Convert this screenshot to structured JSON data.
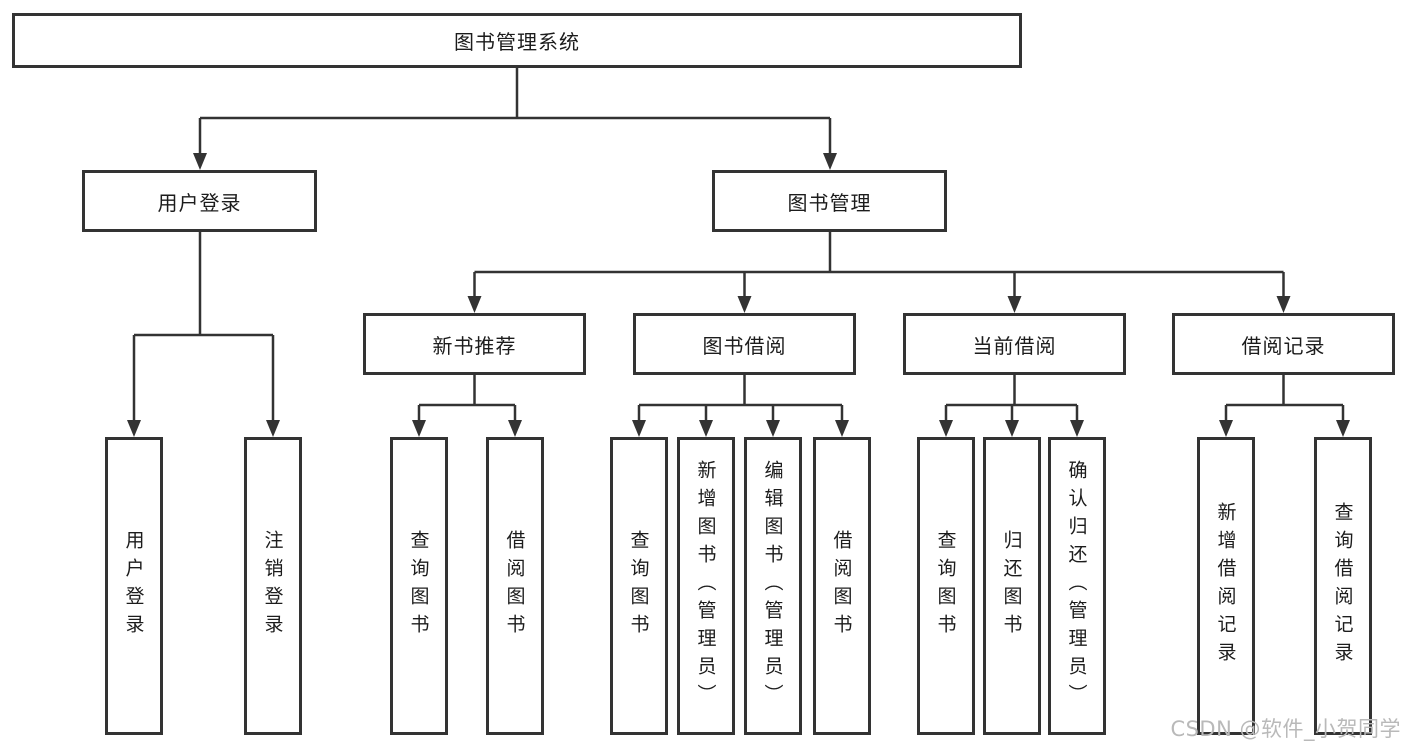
{
  "diagram": {
    "root_label": "图书管理系统",
    "level2": {
      "login": "用户登录",
      "manage": "图书管理"
    },
    "level3": {
      "recommend": "新书推荐",
      "borrow": "图书借阅",
      "current": "当前借阅",
      "records": "借阅记录"
    },
    "leaves": {
      "login": [
        "用户登录",
        "注销登录"
      ],
      "recommend": [
        "查询图书",
        "借阅图书"
      ],
      "borrow": [
        "查询图书",
        "新增图书（管理员）",
        "编辑图书（管理员）",
        "借阅图书"
      ],
      "current": [
        "查询图书",
        "归还图书",
        "确认归还（管理员）"
      ],
      "records": [
        "新增借阅记录",
        "查询借阅记录"
      ]
    }
  },
  "watermark": "CSDN @软件_小贺同学",
  "colors": {
    "line": "#333333",
    "box_border": "#333333",
    "text": "#1c1c1c",
    "watermark": "#b9b9b9",
    "background": "#ffffff"
  }
}
